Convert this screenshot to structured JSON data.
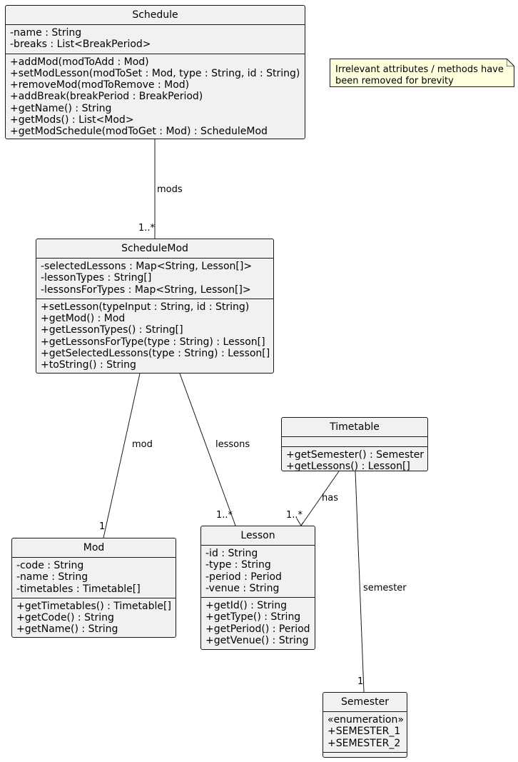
{
  "classes": {
    "schedule": {
      "name": "Schedule",
      "attributes": [
        "-name : String",
        "-breaks : List<BreakPeriod>"
      ],
      "methods": [
        "+addMod(modToAdd : Mod)",
        "+setModLesson(modToSet : Mod, type : String, id : String)",
        "+removeMod(modToRemove : Mod)",
        "+addBreak(breakPeriod : BreakPeriod)",
        "+getName() : String",
        "+getMods() : List<Mod>",
        "+getModSchedule(modToGet : Mod) : ScheduleMod"
      ]
    },
    "schedule_mod": {
      "name": "ScheduleMod",
      "attributes": [
        "-selectedLessons : Map<String, Lesson[]>",
        "-lessonTypes : String[]",
        "-lessonsForTypes : Map<String, Lesson[]>"
      ],
      "methods": [
        "+setLesson(typeInput : String, id : String)",
        "+getMod() : Mod",
        "+getLessonTypes() : String[]",
        "+getLessonsForType(type : String) : Lesson[]",
        "+getSelectedLessons(type : String) : Lesson[]",
        "+toString() : String"
      ]
    },
    "timetable": {
      "name": "Timetable",
      "attributes": [],
      "methods": [
        "+getSemester() : Semester",
        "+getLessons() : Lesson[]"
      ]
    },
    "mod": {
      "name": "Mod",
      "attributes": [
        "-code : String",
        "-name : String",
        "-timetables : Timetable[]"
      ],
      "methods": [
        "+getTimetables() : Timetable[]",
        "+getCode() : String",
        "+getName() : String"
      ]
    },
    "lesson": {
      "name": "Lesson",
      "attributes": [
        "-id : String",
        "-type : String",
        "-period : Period",
        "-venue : String"
      ],
      "methods": [
        "+getId() : String",
        "+getType() : String",
        "+getPeriod() : Period",
        "+getVenue() : String"
      ]
    },
    "semester": {
      "name": "Semester",
      "attributes": [
        "«enumeration»",
        "+SEMESTER_1",
        "+SEMESTER_2"
      ],
      "methods": []
    }
  },
  "note": {
    "lines": [
      "Irrelevant attributes / methods have",
      "been removed for brevity"
    ]
  },
  "relations": {
    "schedule_mods": {
      "label": "mods",
      "target_multiplicity": "1..*"
    },
    "schedulemod_mod": {
      "label": "mod",
      "target_multiplicity": "1"
    },
    "schedulemod_lessons": {
      "label": "lessons",
      "target_multiplicity": "1..*"
    },
    "timetable_lesson": {
      "label": "has",
      "target_multiplicity": "1..*"
    },
    "timetable_semester": {
      "label": "semester",
      "target_multiplicity": "1"
    }
  },
  "colors": {
    "class_fill": "#f1f1f1",
    "class_border": "#181818",
    "note_fill": "#feffdd",
    "line": "#181818"
  }
}
